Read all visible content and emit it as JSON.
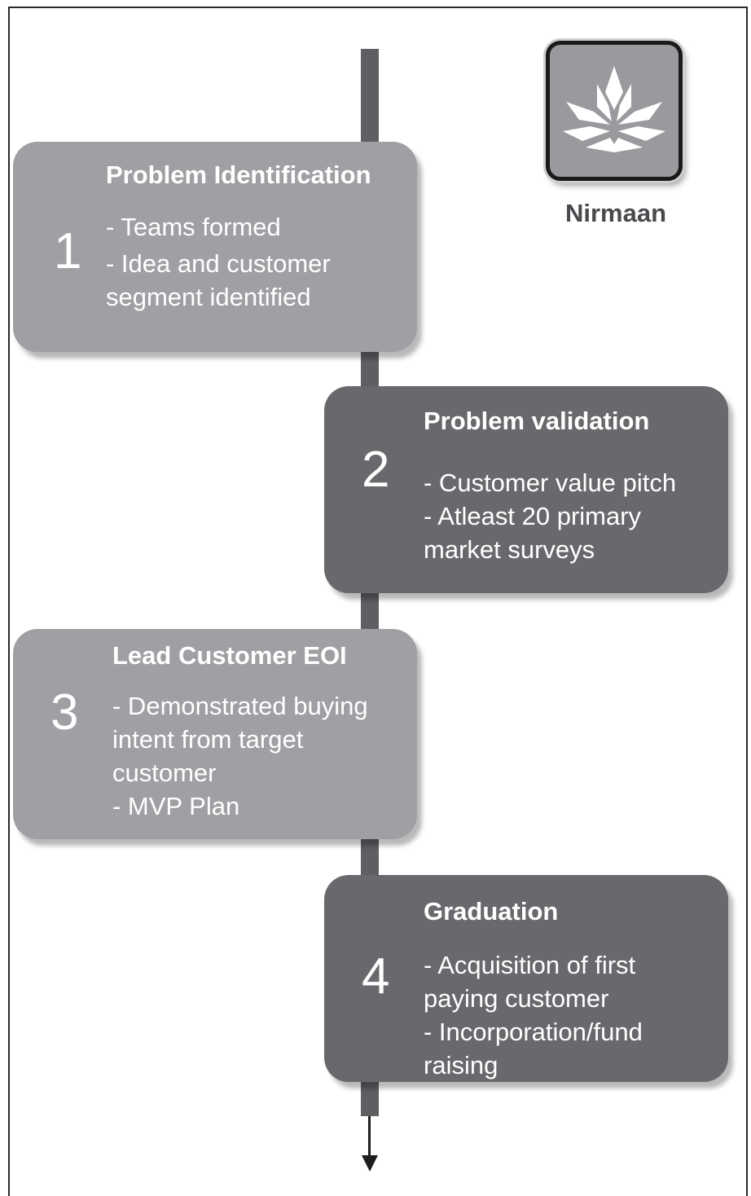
{
  "logo": {
    "label": "Nirmaan"
  },
  "steps": [
    {
      "number": "1",
      "title": "Problem Identification",
      "lines": [
        "- Teams formed",
        "- Idea and customer",
        "segment identified"
      ]
    },
    {
      "number": "2",
      "title": "Problem validation",
      "lines": [
        "- Customer value pitch",
        "- Atleast 20 primary",
        "market surveys"
      ]
    },
    {
      "number": "3",
      "title": "Lead Customer EOI",
      "lines": [
        "- Demonstrated buying",
        "intent from target",
        "customer",
        "- MVP Plan"
      ]
    },
    {
      "number": "4",
      "title": "Graduation",
      "lines": [
        "- Acquisition of first",
        "paying customer",
        "- Incorporation/fund",
        "raising"
      ]
    }
  ],
  "colors": {
    "light_box": "#a0a0a4",
    "dark_box": "#69696d",
    "timeline": "#5f5f63",
    "text": "#ffffff"
  }
}
